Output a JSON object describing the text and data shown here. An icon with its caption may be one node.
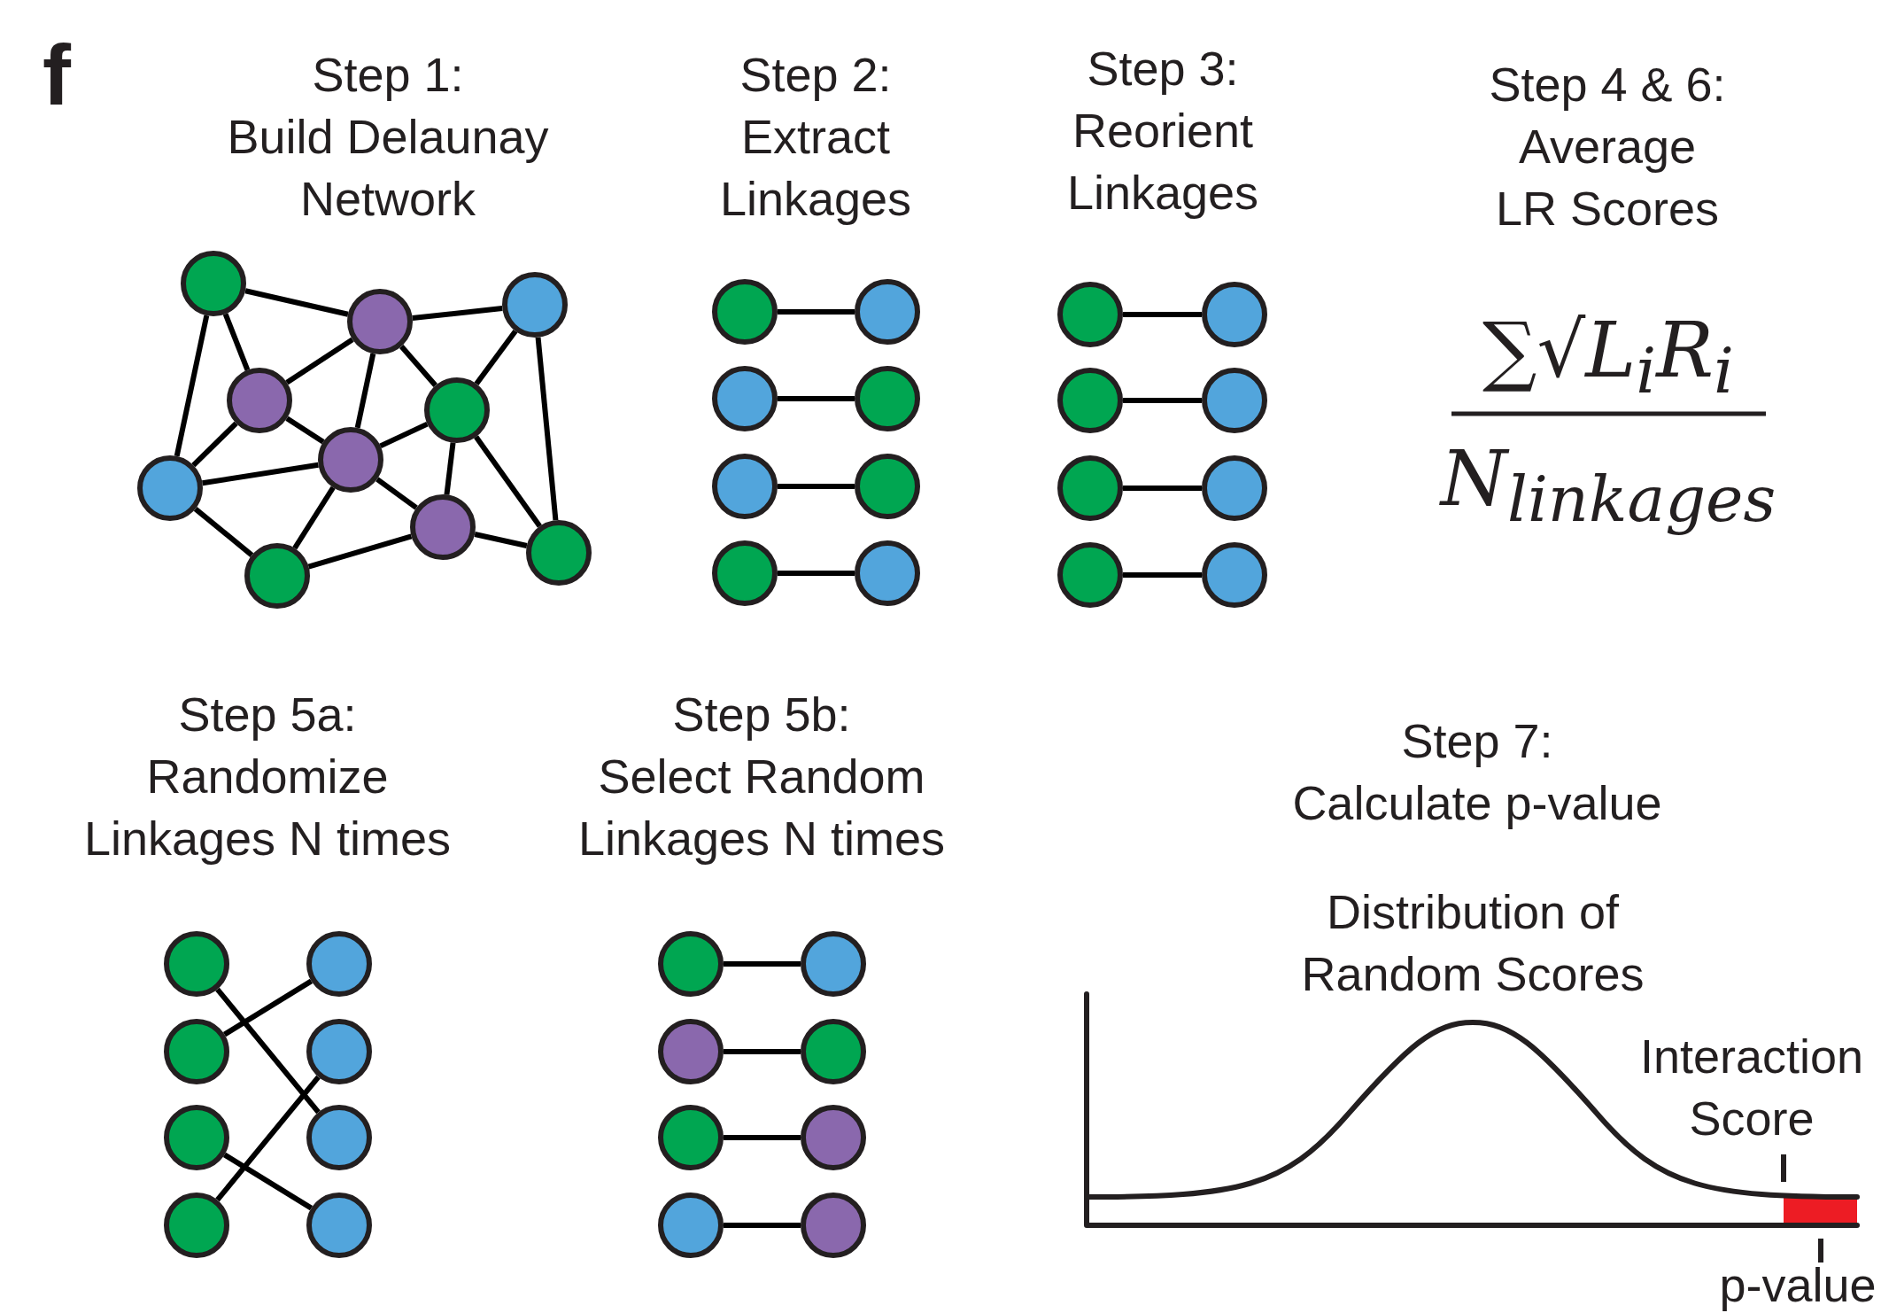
{
  "diagram": {
    "nodes": [
      {
        "text": [],
        "shape": "circle"
      },
      {
        "text": [],
        "shape": "circle"
      },
      {
        "text": [],
        "shape": "circle"
      },
      {
        "text": [],
        "shape": "circle"
      },
      {
        "text": [],
        "shape": "circle"
      },
      {
        "text": [],
        "shape": "circle"
      },
      {
        "text": [],
        "shape": "circle"
      },
      {
        "text": [],
        "shape": "circle"
      },
      {
        "text": [],
        "shape": "circle"
      },
      {
        "text": [],
        "shape": "circle"
      },
      {
        "text": [],
        "shape": "circle"
      },
      {
        "text": [],
        "shape": "circle"
      },
      {
        "text": [],
        "shape": "circle"
      },
      {
        "text": [],
        "shape": "circle"
      },
      {
        "text": [],
        "shape": "circle"
      },
      {
        "text": [],
        "shape": "circle"
      },
      {
        "text": [],
        "shape": "circle"
      },
      {
        "text": [],
        "shape": "circle"
      },
      {
        "text": [],
        "shape": "circle"
      },
      {
        "text": [],
        "shape": "circle"
      },
      {
        "text": [],
        "shape": "circle"
      },
      {
        "text": [],
        "shape": "circle"
      },
      {
        "text": [],
        "shape": "circle"
      },
      {
        "text": [],
        "shape": "circle"
      },
      {
        "text": [],
        "shape": "circle"
      },
      {
        "text": [],
        "shape": "circle"
      },
      {
        "text": [],
        "shape": "circle"
      },
      {
        "text": [],
        "shape": "circle"
      },
      {
        "text": [],
        "shape": "circle"
      },
      {
        "text": [],
        "shape": "circle"
      },
      {
        "text": [],
        "shape": "circle"
      },
      {
        "text": [],
        "shape": "circle"
      },
      {
        "text": [],
        "shape": "circle"
      },
      {
        "text": [],
        "shape": "circle"
      },
      {
        "text": [],
        "shape": "circle"
      },
      {
        "text": [],
        "shape": "circle"
      },
      {
        "text": [],
        "shape": "circle"
      },
      {
        "text": [],
        "shape": "circle"
      },
      {
        "text": [],
        "shape": "circle"
      },
      {
        "text": [],
        "shape": "circle"
      },
      {
        "text": [],
        "shape": "circle"
      },
      {
        "text": [],
        "shape": "circle"
      }
    ],
    "edges": [
      {
        "from": 0,
        "to": 1,
        "arrow": "none"
      },
      {
        "from": 0,
        "to": 3,
        "arrow": "none"
      },
      {
        "from": 0,
        "to": 5,
        "arrow": "none"
      },
      {
        "from": 1,
        "to": 2,
        "arrow": "none"
      },
      {
        "from": 1,
        "to": 3,
        "arrow": "none"
      },
      {
        "from": 1,
        "to": 6,
        "arrow": "none"
      },
      {
        "from": 1,
        "to": 4,
        "arrow": "none"
      },
      {
        "from": 2,
        "to": 4,
        "arrow": "none"
      },
      {
        "from": 2,
        "to": 9,
        "arrow": "none"
      },
      {
        "from": 3,
        "to": 5,
        "arrow": "none"
      },
      {
        "from": 3,
        "to": 6,
        "arrow": "none"
      },
      {
        "from": 5,
        "to": 6,
        "arrow": "none"
      },
      {
        "from": 5,
        "to": 8,
        "arrow": "none"
      },
      {
        "from": 6,
        "to": 4,
        "arrow": "none"
      },
      {
        "from": 6,
        "to": 8,
        "arrow": "none"
      },
      {
        "from": 6,
        "to": 7,
        "arrow": "none"
      },
      {
        "from": 4,
        "to": 7,
        "arrow": "none"
      },
      {
        "from": 4,
        "to": 9,
        "arrow": "none"
      },
      {
        "from": 8,
        "to": 7,
        "arrow": "none"
      },
      {
        "from": 7,
        "to": 9,
        "arrow": "none"
      },
      {
        "from": 10,
        "to": 11,
        "arrow": "none"
      },
      {
        "from": 12,
        "to": 13,
        "arrow": "none"
      },
      {
        "from": 14,
        "to": 15,
        "arrow": "none"
      },
      {
        "from": 16,
        "to": 17,
        "arrow": "none"
      },
      {
        "from": 18,
        "to": 19,
        "arrow": "none"
      },
      {
        "from": 20,
        "to": 21,
        "arrow": "none"
      },
      {
        "from": 22,
        "to": 23,
        "arrow": "none"
      },
      {
        "from": 24,
        "to": 25,
        "arrow": "none"
      },
      {
        "from": 26,
        "to": 31,
        "arrow": "none"
      },
      {
        "from": 28,
        "to": 27,
        "arrow": "none"
      },
      {
        "from": 30,
        "to": 33,
        "arrow": "none"
      },
      {
        "from": 32,
        "to": 29,
        "arrow": "none"
      },
      {
        "from": 34,
        "to": 35,
        "arrow": "none"
      },
      {
        "from": 36,
        "to": 37,
        "arrow": "none"
      },
      {
        "from": 38,
        "to": 39,
        "arrow": "none"
      },
      {
        "from": 40,
        "to": 41,
        "arrow": "none"
      }
    ],
    "labels": [
      "f",
      "Step 1:",
      "Build Delaunay Network",
      "Step 2:",
      "Extract Linkages",
      "Step 3:",
      "Reorient Linkages",
      "Step 4 & 6:",
      "Average LR Scores",
      "∑√L$_{i}$R$_{i}$",
      "N$_{linkages}$",
      "Step 5a:",
      "Randomize Linkages N times",
      "Step 5b:",
      "Select Random Linkages N times",
      "Step 7:",
      "Calculate p-value",
      "Distribution of Random Scores",
      "Interaction Score",
      "p-value"
    ]
  }
}
